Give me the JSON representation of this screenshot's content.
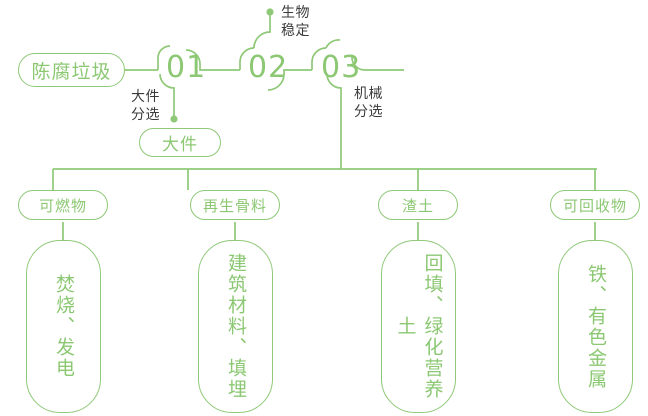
{
  "diagram": {
    "title_node": {
      "label": "陈腐垃圾"
    },
    "stages": [
      {
        "number": "01",
        "annotation": "大件\n分选"
      },
      {
        "number": "02",
        "annotation": "生物\n稳定"
      },
      {
        "number": "03",
        "annotation": "机械\n分选"
      }
    ],
    "stage01_output": {
      "label": "大件"
    },
    "outputs": [
      {
        "label": "可燃物",
        "detail": "焚烧、发电"
      },
      {
        "label": "再生骨料",
        "detail": "建筑材料、填埋"
      },
      {
        "label": "渣土",
        "detail": "回填、绿化营养土"
      },
      {
        "label": "可回收物",
        "detail": "铁、有色金属"
      }
    ],
    "colors": {
      "line": "#8fc978",
      "green_text": "#8cc873",
      "dark_text": "#3b3b3b",
      "background": "#ffffff"
    }
  }
}
